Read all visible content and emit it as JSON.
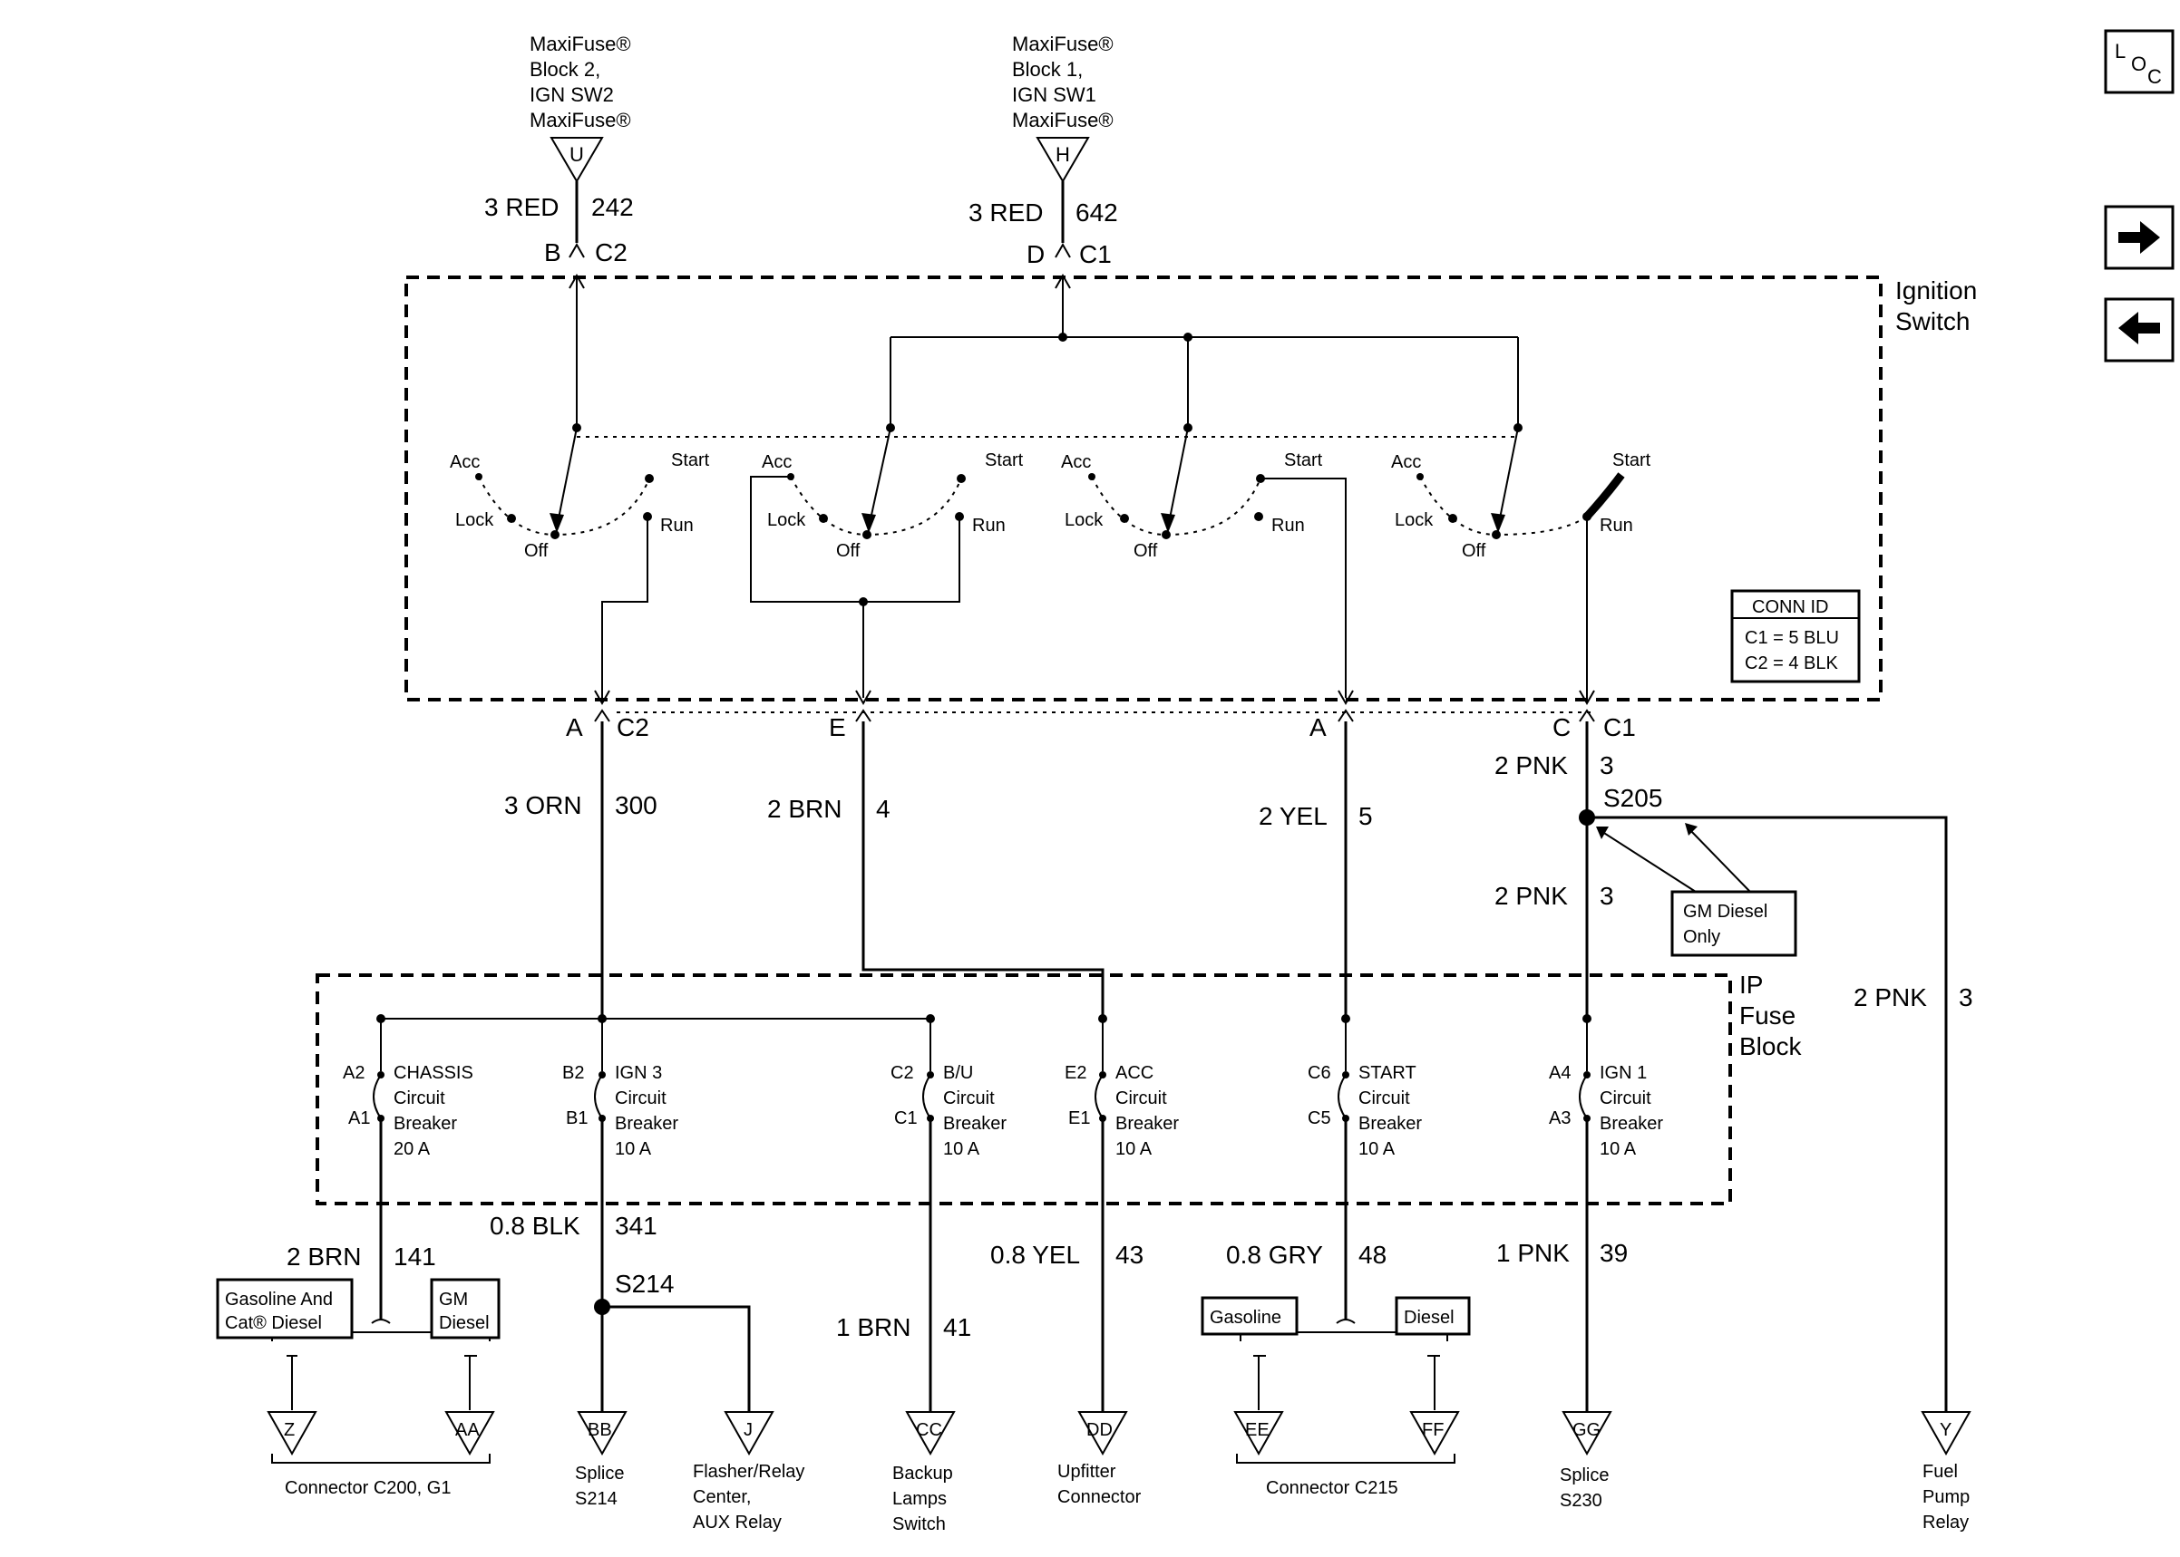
{
  "loc_button": {
    "l": "L",
    "o": "O",
    "c": "C"
  },
  "nav": {
    "forward_icon": "arrow-right-icon",
    "back_icon": "arrow-left-icon"
  },
  "sources": {
    "left": {
      "line1": "MaxiFuse®",
      "line2": "Block 2,",
      "line3": "IGN SW2",
      "line4": "MaxiFuse®",
      "terminal": "U"
    },
    "right": {
      "line1": "MaxiFuse®",
      "line2": "Block 1,",
      "line3": "IGN SW1",
      "line4": "MaxiFuse®",
      "terminal": "H"
    }
  },
  "ignition_switch": {
    "title_line1": "Ignition",
    "title_line2": "Switch",
    "positions": {
      "acc": "Acc",
      "start": "Start",
      "lock": "Lock",
      "off": "Off",
      "run": "Run"
    },
    "conn_id": {
      "header": "CONN ID",
      "c1": "C1 = 5 BLU",
      "c2": "C2 = 4 BLK"
    }
  },
  "top_wires": {
    "left": {
      "gauge_color": "3 RED",
      "circuit": "242",
      "pin": "B",
      "conn": "C2"
    },
    "right": {
      "gauge_color": "3 RED",
      "circuit": "642",
      "pin": "D",
      "conn": "C1"
    }
  },
  "switch_outputs": {
    "out1": {
      "pin": "A",
      "conn": "C2",
      "gauge_color": "3 ORN",
      "circuit": "300"
    },
    "out2": {
      "pin": "E",
      "gauge_color": "2 BRN",
      "circuit": "4"
    },
    "out3": {
      "pin": "A",
      "gauge_color": "2 YEL",
      "circuit": "5"
    },
    "out4": {
      "pin": "C",
      "conn": "C1",
      "gauge_color": "2 PNK",
      "circuit": "3"
    }
  },
  "splice_s205": {
    "label": "S205",
    "lower_gauge_color": "2 PNK",
    "lower_circuit": "3",
    "branch_gauge_color": "2 PNK",
    "branch_circuit": "3",
    "note_line1": "GM Diesel",
    "note_line2": "Only"
  },
  "ip_fuse_block": {
    "title_line1": "IP",
    "title_line2": "Fuse",
    "title_line3": "Block",
    "breakers": [
      {
        "pin_top": "A2",
        "pin_bot": "A1",
        "line1": "CHASSIS",
        "line2": "Circuit",
        "line3": "Breaker",
        "line4": "20 A"
      },
      {
        "pin_top": "B2",
        "pin_bot": "B1",
        "line1": "IGN 3",
        "line2": "Circuit",
        "line3": "Breaker",
        "line4": "10 A"
      },
      {
        "pin_top": "C2",
        "pin_bot": "C1",
        "line1": "B/U",
        "line2": "Circuit",
        "line3": "Breaker",
        "line4": "10 A"
      },
      {
        "pin_top": "E2",
        "pin_bot": "E1",
        "line1": "ACC",
        "line2": "Circuit",
        "line3": "Breaker",
        "line4": "10 A"
      },
      {
        "pin_top": "C6",
        "pin_bot": "C5",
        "line1": "START",
        "line2": "Circuit",
        "line3": "Breaker",
        "line4": "10 A"
      },
      {
        "pin_top": "A4",
        "pin_bot": "A3",
        "line1": "IGN 1",
        "line2": "Circuit",
        "line3": "Breaker",
        "line4": "10 A"
      }
    ]
  },
  "lower_wires": {
    "w141": {
      "gauge_color": "2 BRN",
      "circuit": "141"
    },
    "w341": {
      "gauge_color": "0.8 BLK",
      "circuit": "341"
    },
    "w41": {
      "gauge_color": "1 BRN",
      "circuit": "41"
    },
    "w43": {
      "gauge_color": "0.8 YEL",
      "circuit": "43"
    },
    "w48": {
      "gauge_color": "0.8 GRY",
      "circuit": "48"
    },
    "w39": {
      "gauge_color": "1 PNK",
      "circuit": "39"
    }
  },
  "splice_s214": {
    "label": "S214"
  },
  "option_boxes": {
    "gasoline_cat_line1": "Gasoline And",
    "gasoline_cat_line2": "Cat® Diesel",
    "gm_diesel_line1": "GM",
    "gm_diesel_line2": "Diesel",
    "gasoline": "Gasoline",
    "diesel": "Diesel"
  },
  "terminals": {
    "z": {
      "id": "Z"
    },
    "aa": {
      "id": "AA"
    },
    "connector_c200": "Connector C200, G1",
    "bb": {
      "id": "BB",
      "line1": "Splice",
      "line2": "S214"
    },
    "j": {
      "id": "J",
      "line1": "Flasher/Relay",
      "line2": "Center,",
      "line3": "AUX Relay"
    },
    "cc": {
      "id": "CC",
      "line1": "Backup",
      "line2": "Lamps",
      "line3": "Switch"
    },
    "dd": {
      "id": "DD",
      "line1": "Upfitter",
      "line2": "Connector"
    },
    "ee": {
      "id": "EE"
    },
    "ff": {
      "id": "FF"
    },
    "connector_c215": "Connector C215",
    "gg": {
      "id": "GG",
      "line1": "Splice",
      "line2": "S230"
    },
    "y": {
      "id": "Y",
      "line1": "Fuel",
      "line2": "Pump",
      "line3": "Relay"
    }
  }
}
